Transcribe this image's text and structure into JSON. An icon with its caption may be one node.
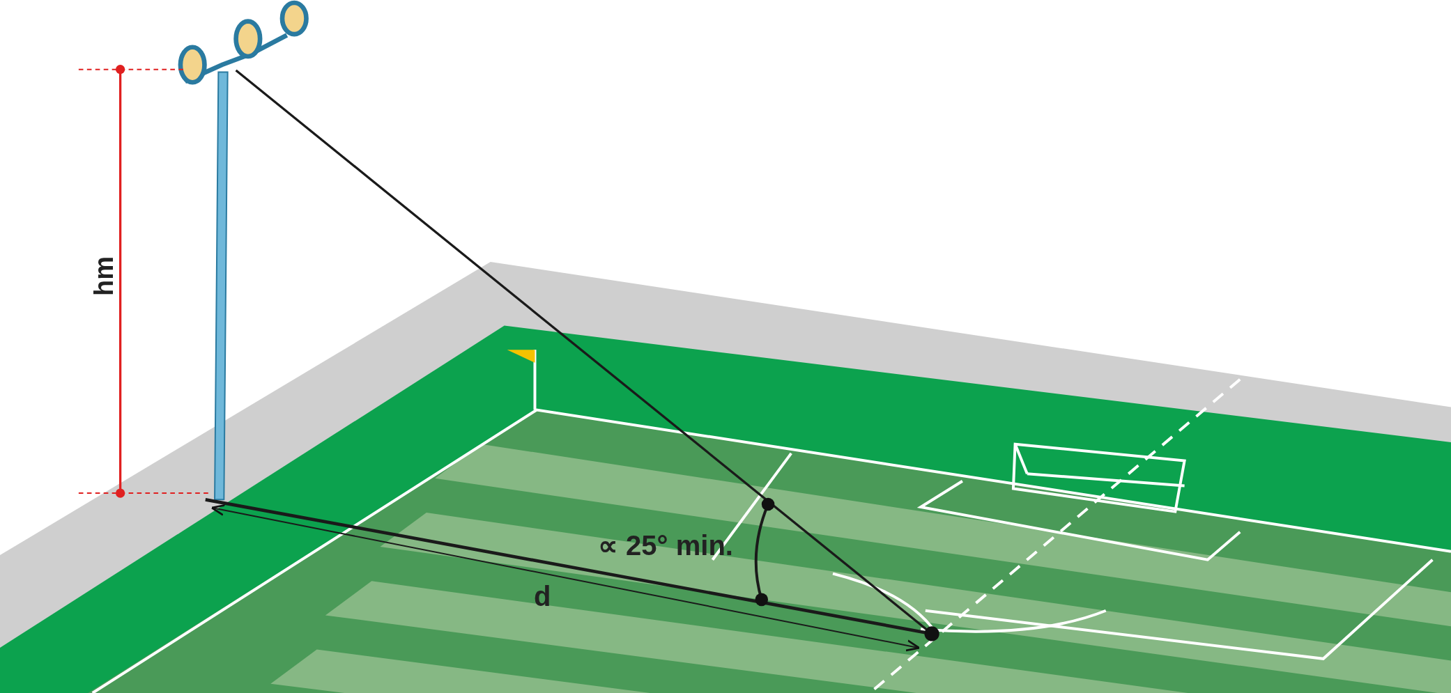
{
  "diagram": {
    "labels": [
      "hm",
      "∝ 25° min.",
      "d"
    ]
  }
}
